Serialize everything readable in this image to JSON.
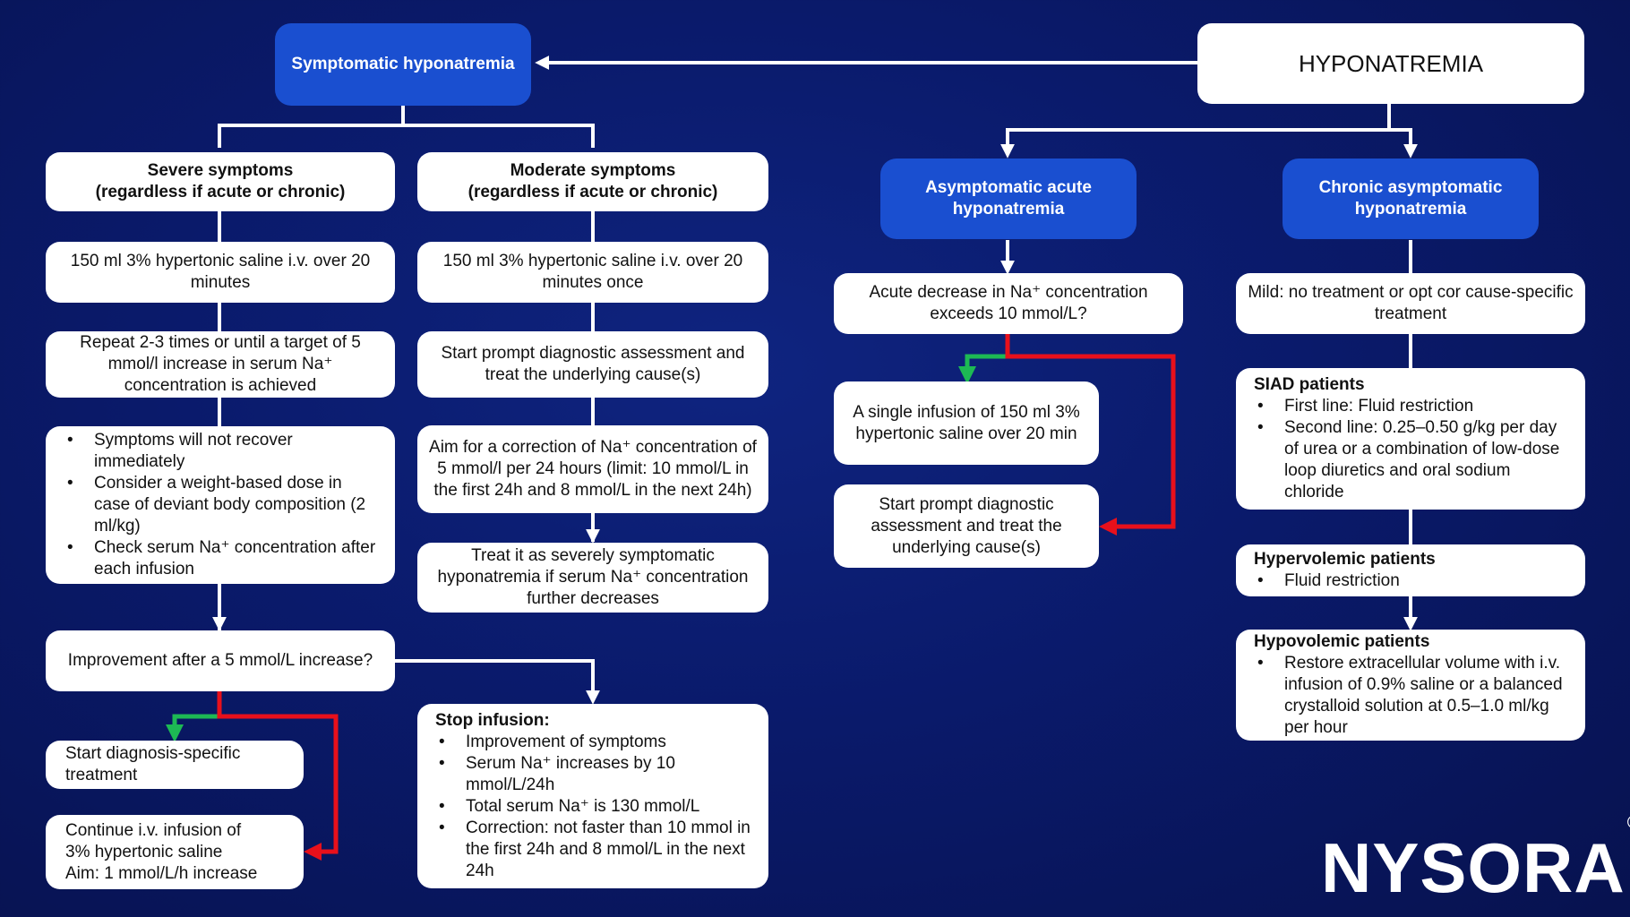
{
  "root": "HYPONATREMIA",
  "symptomatic": "Symptomatic hyponatremia",
  "asymptomatic_acute": "Asymptomatic acute hyponatremia",
  "chronic_asymptomatic": "Chronic asymptomatic hyponatremia",
  "severe": {
    "title_1": "Severe symptoms",
    "title_2": "(regardless if acute or chronic)",
    "step1": "150 ml 3% hypertonic saline i.v. over 20 minutes",
    "step2": "Repeat 2-3 times or until a target of 5 mmol/l increase in serum Na⁺ concentration is achieved",
    "notes": [
      "Symptoms will not recover immediately",
      "Consider a weight-based dose in case of deviant body composition (2 ml/kg)",
      "Check serum Na⁺ concentration after each infusion"
    ],
    "question": "Improvement after a 5 mmol/L increase?",
    "yes_action": "Start diagnosis-specific treatment",
    "no_action_1": "Continue i.v. infusion of",
    "no_action_2": "3% hypertonic saline",
    "no_action_3": "Aim: 1 mmol/L/h increase"
  },
  "moderate": {
    "title_1": "Moderate symptoms",
    "title_2": "(regardless if acute or chronic)",
    "step1": "150 ml 3% hypertonic saline i.v. over 20 minutes once",
    "step2": "Start prompt diagnostic assessment and treat the underlying cause(s)",
    "step3": "Aim for a correction of Na⁺ concentration of 5 mmol/l per 24 hours (limit: 10 mmol/L in the first 24h and 8 mmol/L in the next 24h)",
    "step4": "Treat it as severely symptomatic hyponatremia if serum Na⁺ concentration further decreases"
  },
  "stop": {
    "title": "Stop infusion:",
    "items": [
      "Improvement of symptoms",
      "Serum Na⁺ increases by 10 mmol/L/24h",
      "Total serum Na⁺ is 130 mmol/L",
      "Correction: not faster than 10 mmol in the first 24h and 8 mmol/L in the next 24h"
    ]
  },
  "acute": {
    "question": "Acute decrease in Na⁺ concentration exceeds 10 mmol/L?",
    "yes_action": "A single infusion of 150 ml 3% hypertonic saline over 20 min",
    "no_action": "Start prompt diagnostic assessment and treat the underlying cause(s)"
  },
  "chronic": {
    "mild": "Mild: no treatment or opt cor cause-specific treatment",
    "siad_title": "SIAD patients",
    "siad_items": [
      "First line: Fluid restriction",
      "Second line: 0.25–0.50 g/kg per day of urea or a combination of low-dose loop diuretics and oral sodium chloride"
    ],
    "hyper_title": "Hypervolemic patients",
    "hyper_items": [
      "Fluid restriction"
    ],
    "hypo_title": "Hypovolemic patients",
    "hypo_items": [
      "Restore extracellular volume with i.v. infusion of 0.9% saline or a balanced crystalloid solution at 0.5–1.0 ml/kg per hour"
    ]
  },
  "brand": {
    "name": "NYSORA",
    "mark": "®"
  },
  "colors": {
    "background": "#0a1a6b",
    "box_blue": "#1a4fd0",
    "connector": "#ffffff",
    "yes_path": "#1db954",
    "no_path": "#e8101b"
  }
}
